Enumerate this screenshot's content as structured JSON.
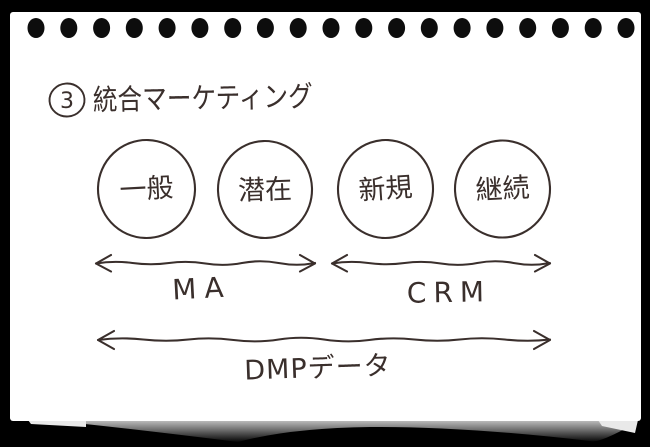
{
  "canvas": {
    "background_color": "#000000",
    "paper_color": "#ffffff",
    "ink_color": "#3a2f2c"
  },
  "notebook": {
    "hole_count": 19
  },
  "diagram": {
    "title": {
      "number": "3",
      "text": "統合マーケティング"
    },
    "circles": [
      {
        "label": "一般"
      },
      {
        "label": "潜在"
      },
      {
        "label": "新規"
      },
      {
        "label": "継続"
      }
    ],
    "arrows": [
      {
        "label": "MA"
      },
      {
        "label": "CRM"
      },
      {
        "label": "DMPデータ"
      }
    ]
  }
}
